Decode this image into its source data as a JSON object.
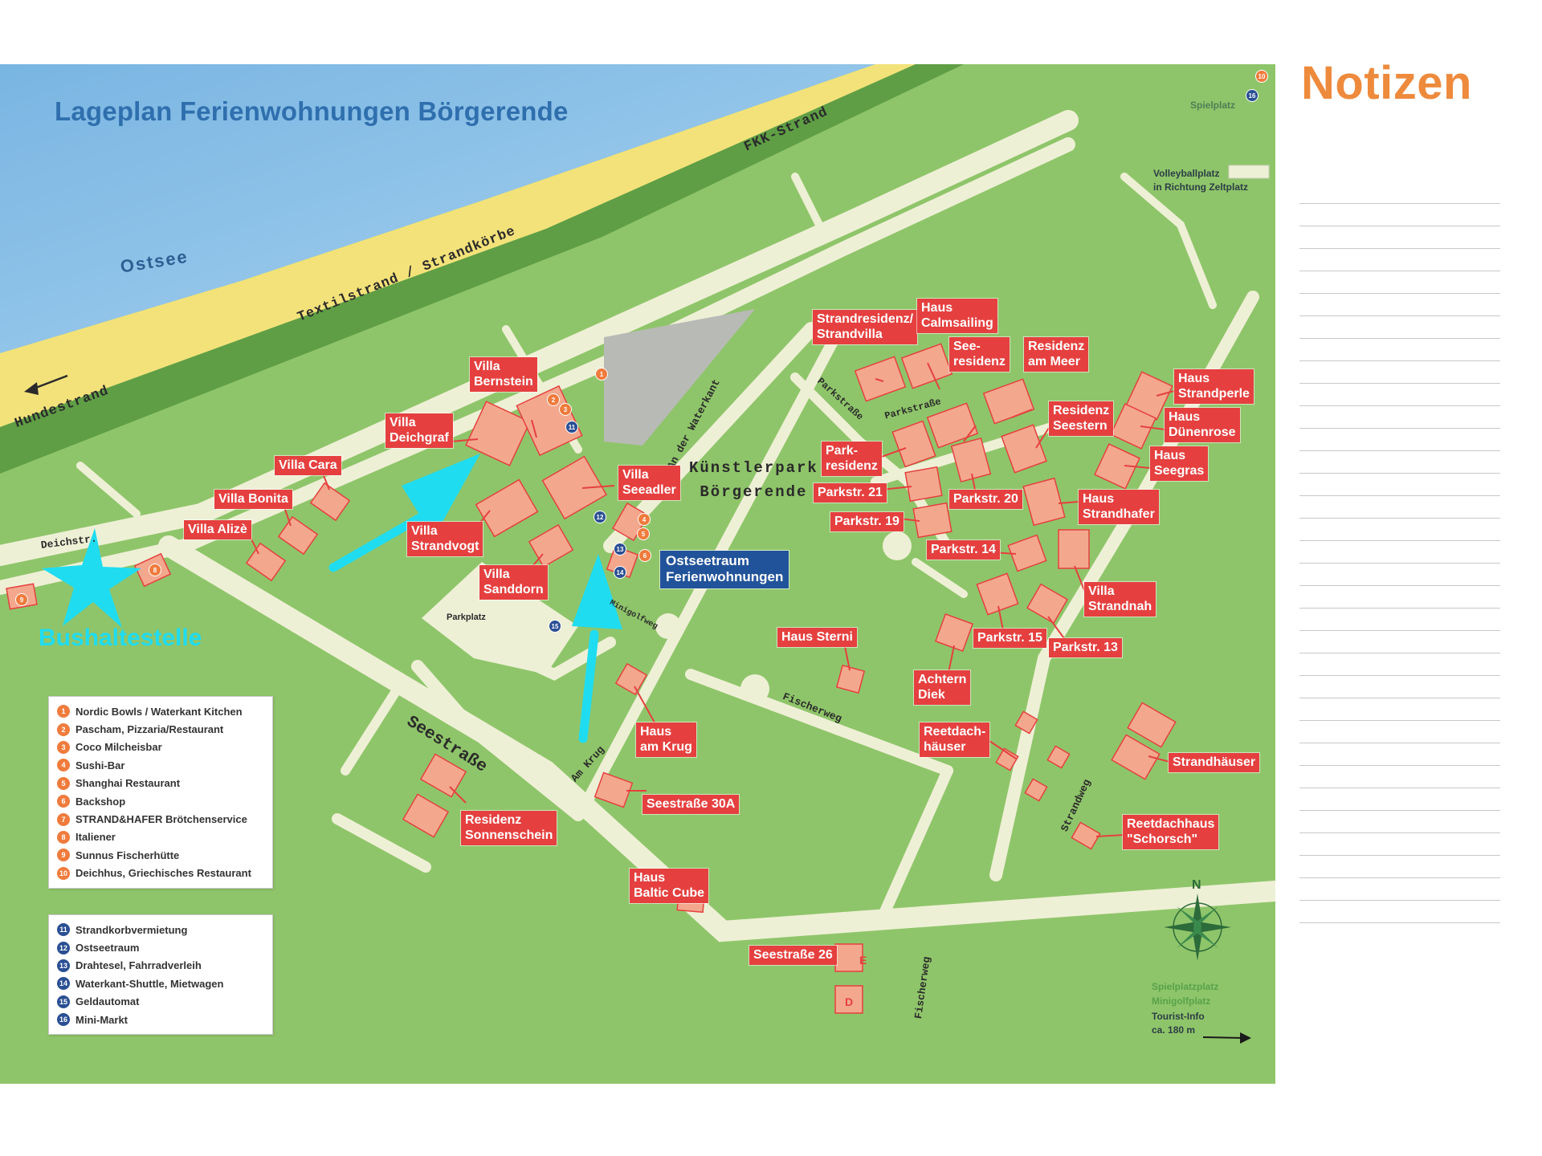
{
  "map": {
    "title": "Lageplan Ferienwohnungen Börgerende",
    "water": "Ostsee",
    "beach_labels": {
      "textil": "Textilstrand / Strandkörbe",
      "fkk": "FKK-Strand",
      "hunde": "Hundestrand"
    },
    "streets": {
      "deichstr": "Deichstr.",
      "an_der_waterkant": "An der Waterkant",
      "parkstrasse_a": "Parkstraße",
      "parkstrasse_b": "Parkstraße",
      "seestrasse": "Seestraße",
      "am_krug": "Am Krug",
      "fischerweg_a": "Fischerweg",
      "fischerweg_b": "Fischerweg",
      "strandweg": "Strandweg",
      "minigolf": "Minigolfweg"
    },
    "areas": {
      "park_line1": "Künstlerpark",
      "park_line2": "Börgerende",
      "parkplatz": "Parkplatz",
      "spielplatz": "Spielplatz",
      "volleyball": "Volleyballplatz\nin Richtung Zeltplatz"
    },
    "bus_stop_label": "Bushaltestelle",
    "highlight": "Ostseetraum\nFerienwohnungen",
    "compass_letter": "N",
    "bottom_right": {
      "green_line1": "Spielplatzplatz",
      "green_line2": "Minigolfplatz",
      "info": "Tourist-Info\nca. 180 m"
    },
    "building_labels": [
      "Villa\nBernstein",
      "Villa\nDeichgraf",
      "Villa Cara",
      "Villa Bonita",
      "Villa Alizè",
      "Villa\nSeeadler",
      "Villa\nStrandvogt",
      "Villa\nSanddorn",
      "Strandresidenz/\nStrandvilla",
      "Haus\nCalmsailing",
      "See-\nresidenz",
      "Residenz\nam Meer",
      "Haus\nStrandperle",
      "Residenz\nSeestern",
      "Haus\nDünenrose",
      "Haus\nSeegras",
      "Park-\nresidenz",
      "Parkstr. 21",
      "Parkstr. 20",
      "Haus\nStrandhafer",
      "Parkstr. 19",
      "Parkstr. 14",
      "Villa\nStrandnah",
      "Parkstr. 15",
      "Parkstr. 13",
      "Haus Sterni",
      "Achtern\nDiek",
      "Haus\nam Krug",
      "Reetdach-\nhäuser",
      "Strandhäuser",
      "Seestraße 30A",
      "Residenz\nSonnenschein",
      "Haus\nBaltic Cube",
      "Reetdachhaus\n\"Schorsch\"",
      "Seestraße 26"
    ],
    "house_letters": {
      "e": "E",
      "d": "D"
    },
    "legend_food": [
      {
        "num": "1",
        "label": "Nordic Bowls / Waterkant Kitchen"
      },
      {
        "num": "2",
        "label": "Pascham, Pizzaria/Restaurant"
      },
      {
        "num": "3",
        "label": "Coco Milcheisbar"
      },
      {
        "num": "4",
        "label": "Sushi-Bar"
      },
      {
        "num": "5",
        "label": "Shanghai Restaurant"
      },
      {
        "num": "6",
        "label": "Backshop"
      },
      {
        "num": "7",
        "label": "STRAND&HAFER Brötchenservice"
      },
      {
        "num": "8",
        "label": "Italiener"
      },
      {
        "num": "9",
        "label": "Sunnus Fischerhütte"
      },
      {
        "num": "10",
        "label": "Deichhus, Griechisches Restaurant"
      }
    ],
    "legend_services": [
      {
        "num": "11",
        "label": "Strandkorbvermietung"
      },
      {
        "num": "12",
        "label": "Ostseetraum"
      },
      {
        "num": "13",
        "label": "Drahtesel, Fahrradverleih"
      },
      {
        "num": "14",
        "label": "Waterkant-Shuttle, Mietwagen"
      },
      {
        "num": "15",
        "label": "Geldautomat"
      },
      {
        "num": "16",
        "label": "Mini-Markt"
      }
    ],
    "markers": [
      "1",
      "2",
      "3",
      "11",
      "4",
      "5",
      "6",
      "13",
      "14",
      "15",
      "12",
      "10",
      "16",
      "9",
      "8"
    ]
  },
  "notes": {
    "title": "Notizen",
    "line_count": 33
  },
  "colors": {
    "water": "#84bde3",
    "sand": "#f3e27a",
    "grass": "#8fc56a",
    "road": "#eef0d6",
    "building": "#f3a88e",
    "label_red": "#e5403f",
    "highlight_blue": "#21539a",
    "arrow_cyan": "#1fdcf0",
    "notes_orange": "#ee8a3c"
  }
}
